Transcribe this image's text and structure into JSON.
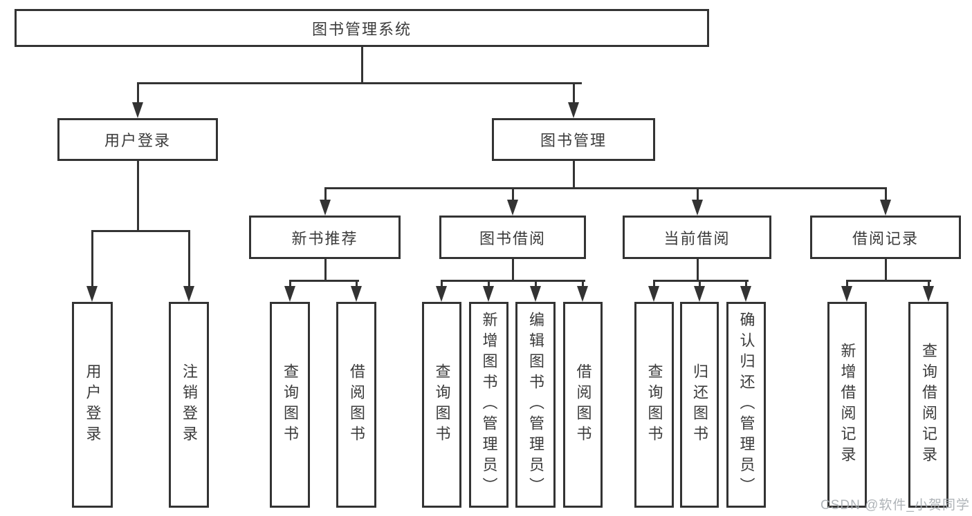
{
  "diagram": {
    "title_note": "functional structure chart of a library management system",
    "root": {
      "label": "图书管理系统"
    },
    "level2": [
      {
        "label": "用户登录"
      },
      {
        "label": "图书管理"
      }
    ],
    "level3": [
      {
        "label": "新书推荐"
      },
      {
        "label": "图书借阅"
      },
      {
        "label": "当前借阅"
      },
      {
        "label": "借阅记录"
      }
    ],
    "leaves": {
      "user_login": [
        {
          "label": "用户登录"
        },
        {
          "label": "注销登录"
        }
      ],
      "new_book": [
        {
          "label": "查询图书"
        },
        {
          "label": "借阅图书"
        }
      ],
      "book_borrow": [
        {
          "label": "查询图书"
        },
        {
          "label": "新增图书（管理员）"
        },
        {
          "label": "编辑图书（管理员）"
        },
        {
          "label": "借阅图书"
        }
      ],
      "current_borrow": [
        {
          "label": "查询图书"
        },
        {
          "label": "归还图书"
        },
        {
          "label": "确认归还（管理员）"
        }
      ],
      "borrow_records": [
        {
          "label": "新增借阅记录"
        },
        {
          "label": "查询借阅记录"
        }
      ]
    },
    "watermark": "CSDN @软件_小贺同学",
    "colors": {
      "line": "#333333",
      "text": "#3b3b3b",
      "watermark": "#a6abb0",
      "background": "#ffffff"
    }
  }
}
